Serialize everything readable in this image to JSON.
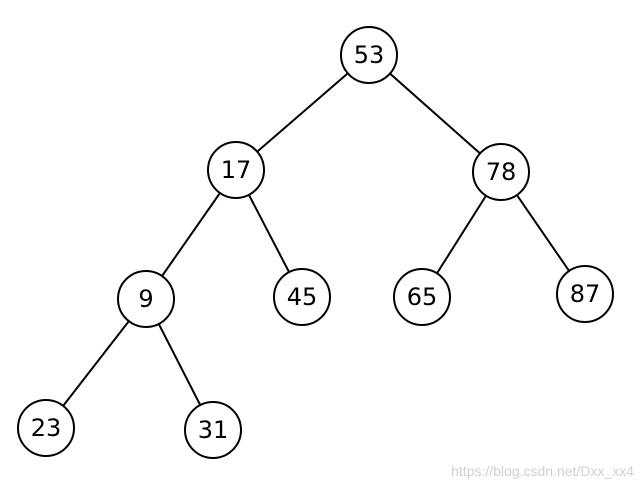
{
  "tree": {
    "nodes": [
      {
        "id": "n53",
        "label": "53"
      },
      {
        "id": "n17",
        "label": "17"
      },
      {
        "id": "n78",
        "label": "78"
      },
      {
        "id": "n9",
        "label": "9"
      },
      {
        "id": "n45",
        "label": "45"
      },
      {
        "id": "n65",
        "label": "65"
      },
      {
        "id": "n87",
        "label": "87"
      },
      {
        "id": "n23",
        "label": "23"
      },
      {
        "id": "n31",
        "label": "31"
      }
    ],
    "edges": [
      {
        "from": "n53",
        "to": "n17"
      },
      {
        "from": "n53",
        "to": "n78"
      },
      {
        "from": "n17",
        "to": "n9"
      },
      {
        "from": "n17",
        "to": "n45"
      },
      {
        "from": "n78",
        "to": "n65"
      },
      {
        "from": "n78",
        "to": "n87"
      },
      {
        "from": "n9",
        "to": "n23"
      },
      {
        "from": "n9",
        "to": "n31"
      }
    ]
  },
  "watermark": "https://blog.csdn.net/Dxx_xx4"
}
